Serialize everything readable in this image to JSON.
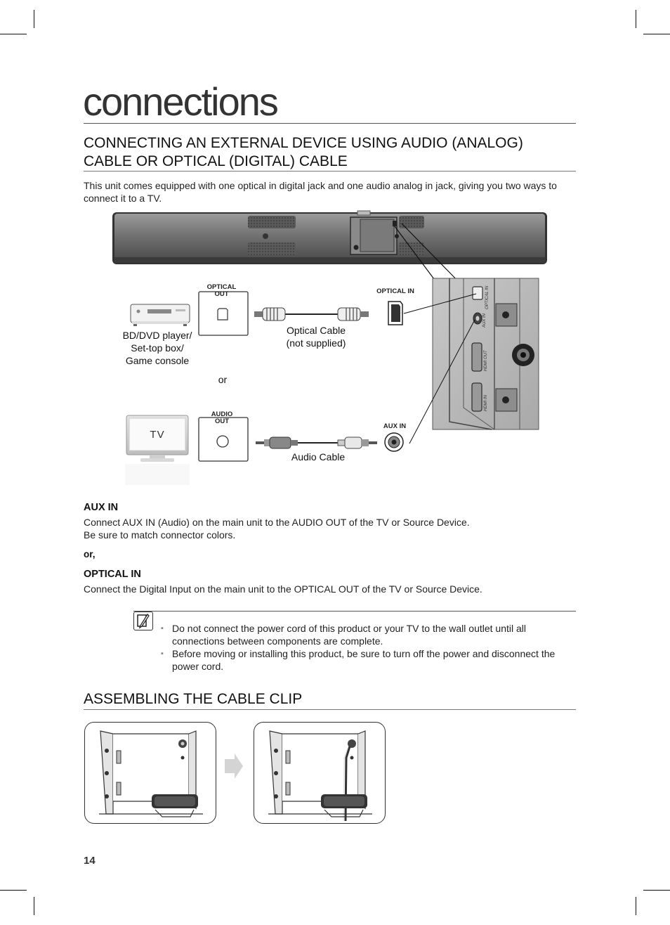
{
  "section_title": "connections",
  "heading1": {
    "line1": "CONNECTING AN EXTERNAL DEVICE USING AUDIO (ANALOG)",
    "line2": "CABLE OR OPTICAL (DIGITAL) CABLE"
  },
  "intro": {
    "line1": "This unit comes equipped with one optical in digital jack and one audio analog in jack, giving you two ways to",
    "line2": "connect it to a TV."
  },
  "diagram": {
    "optical_out": [
      "OPTICAL",
      "OUT"
    ],
    "optical_in": "OPTICAL IN",
    "audio_out": [
      "AUDIO",
      "OUT"
    ],
    "aux_in": "AUX IN",
    "device": [
      "BD/DVD player/",
      "Set-top box/",
      "Game console"
    ],
    "optical_cable": [
      "Optical Cable",
      "(not supplied)"
    ],
    "or": "or",
    "tv": "TV",
    "audio_cable": "Audio Cable",
    "panel_labels": [
      "OPTICAL IN",
      "AUX IN",
      "HDMI OUT",
      "HDMI IN"
    ]
  },
  "aux_section": {
    "title": "AUX IN",
    "line1": "Connect AUX IN (Audio) on the main unit to the AUDIO OUT of the TV or Source Device.",
    "line2": "Be sure to match connector colors."
  },
  "or_text": "or,",
  "optical_section": {
    "title": "OPTICAL IN",
    "line1": "Connect the Digital Input on the main unit to the OPTICAL OUT of the TV or Source Device."
  },
  "notes": {
    "items": [
      "Do not connect the power cord of this product or your TV to the wall outlet until all connections between components are complete.",
      "Before moving or installing this product, be sure to turn off the power and disconnect the power cord."
    ]
  },
  "heading2": "ASSEMBLING THE CABLE CLIP",
  "page_number": "14"
}
